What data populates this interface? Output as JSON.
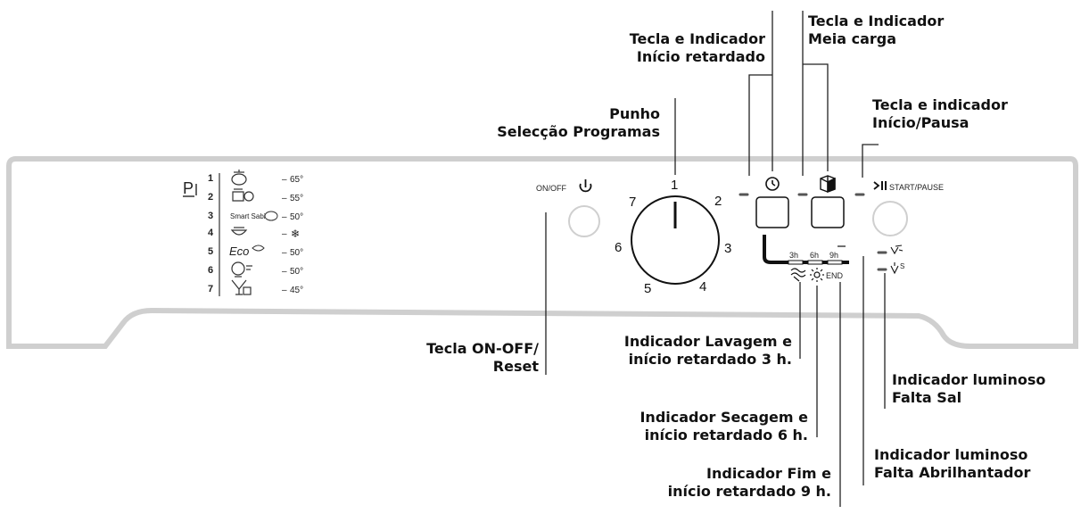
{
  "callouts": {
    "delay_start": [
      "Tecla e Indicador",
      "Início retardado"
    ],
    "half_load": [
      "Tecla e Indicador",
      "Meia carga"
    ],
    "start_pause": [
      "Tecla e indicador",
      "Início/Pausa"
    ],
    "program_knob": [
      "Punho",
      "Selecção Programas"
    ],
    "on_off": [
      "Tecla ON-OFF/",
      "Reset"
    ],
    "wash_3h": [
      "Indicador Lavagem e",
      "início retardado 3 h."
    ],
    "dry_6h": [
      "Indicador Secagem e",
      "início retardado 6 h."
    ],
    "end_9h": [
      "Indicador Fim e",
      "início retardado 9 h."
    ],
    "salt": [
      "Indicador luminoso",
      "Falta Sal"
    ],
    "rinse_aid": [
      "Indicador luminoso",
      "Falta Abrilhantador"
    ]
  },
  "panel": {
    "program_header": "P",
    "programs": [
      {
        "number": "1",
        "icon": "pot-icon",
        "temp": "65°"
      },
      {
        "number": "2",
        "icon": "cups-icon",
        "temp": "55°"
      },
      {
        "number": "3",
        "icon": "smart-sabi-icon",
        "label": "Smart Sabi",
        "temp": "50°"
      },
      {
        "number": "4",
        "icon": "bowl-icon",
        "temp": "❄"
      },
      {
        "number": "5",
        "icon": "eco-icon",
        "label": "Eco",
        "temp": "50°"
      },
      {
        "number": "6",
        "icon": "quick-icon",
        "temp": "50°"
      },
      {
        "number": "7",
        "icon": "glass-icon",
        "temp": "45°"
      }
    ],
    "on_off_label": "ON/OFF",
    "dial_numbers": [
      "1",
      "2",
      "3",
      "4",
      "5",
      "6",
      "7"
    ],
    "start_pause_label": "START/PAUSE",
    "delay_hours": [
      "3h",
      "6h",
      "9h"
    ],
    "end_label": "END",
    "symbols": {
      "delay": "delay-clock-icon",
      "half_load": "half-load-icon",
      "play_pause": "play-pause-icon",
      "wash": "wash-icon",
      "dry": "dry-icon",
      "rinse_aid": "rinse-aid-icon",
      "salt": "salt-icon"
    }
  }
}
